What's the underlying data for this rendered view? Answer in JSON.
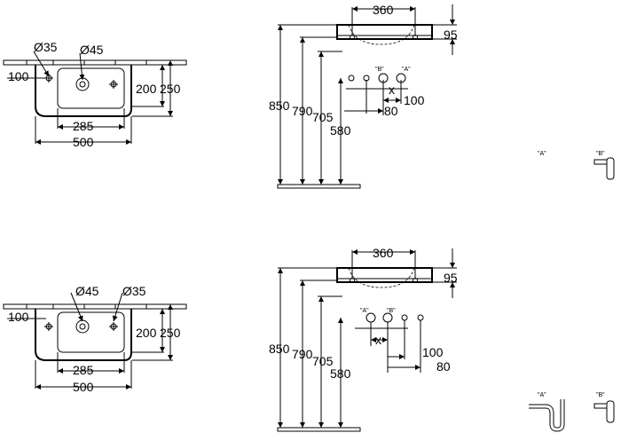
{
  "top": {
    "plan": {
      "hole_small": "Ø35",
      "hole_large": "Ø45",
      "offset_left": "100",
      "depth_inner": "200",
      "depth_total": "250",
      "bowl_width": "285",
      "total_width": "500"
    },
    "side": {
      "bowl_span": "360",
      "rim_height": "95",
      "h_850": "850",
      "h_790": "790",
      "h_705": "705",
      "h_580": "580",
      "label_b": "\"B\"",
      "label_a": "\"A\"",
      "x": "x",
      "d_100": "100",
      "d_80": "80"
    },
    "traps": {
      "label_a": "\"A\"",
      "label_b": "\"B\""
    }
  },
  "bottom": {
    "plan": {
      "hole_large": "Ø45",
      "hole_small": "Ø35",
      "offset_left": "100",
      "depth_inner": "200",
      "depth_total": "250",
      "bowl_width": "285",
      "total_width": "500"
    },
    "side": {
      "bowl_span": "360",
      "rim_height": "95",
      "h_850": "850",
      "h_790": "790",
      "h_705": "705",
      "h_580": "580",
      "label_a": "\"A\"",
      "label_b": "\"B\"",
      "x": "x",
      "d_100": "100",
      "d_80": "80"
    },
    "traps": {
      "label_a": "\"A\"",
      "label_b": "\"B\""
    }
  }
}
